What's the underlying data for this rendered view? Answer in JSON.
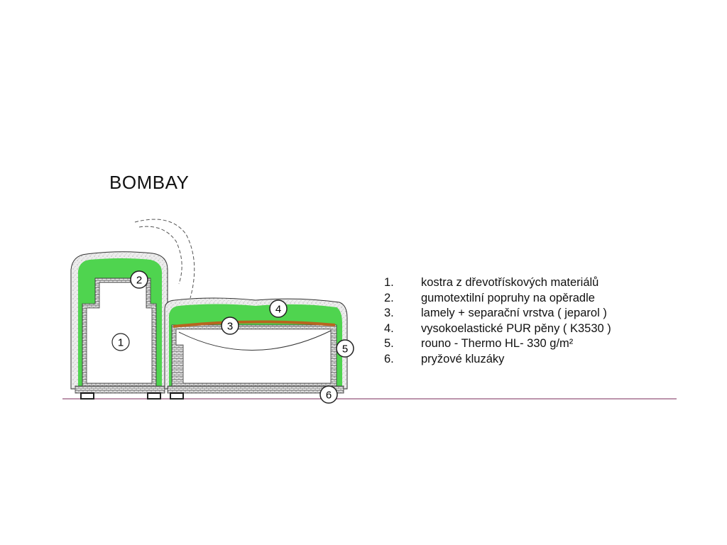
{
  "title": "BOMBAY",
  "callouts": [
    "1",
    "2",
    "3",
    "4",
    "5",
    "6"
  ],
  "legend": [
    {
      "num": "1.",
      "text": "kostra z dřevotřískových materiálů"
    },
    {
      "num": "2.",
      "text": "gumotextilní popruhy na opěradle"
    },
    {
      "num": "3.",
      "text": "lamely + separační vrstva ( jeparol )"
    },
    {
      "num": "4.",
      "text": "vysokoelastické PUR pěny ( K3530 )"
    },
    {
      "num": "5.",
      "text": "rouno - Thermo HL- 330 g/m²"
    },
    {
      "num": "6.",
      "text": "pryžové kluzáky"
    }
  ],
  "colors": {
    "foam": "#4fd44f",
    "fleece": "#e4e4e4",
    "slats": "#b8651f",
    "outline": "#222222",
    "floor": "#7a2a5a"
  }
}
